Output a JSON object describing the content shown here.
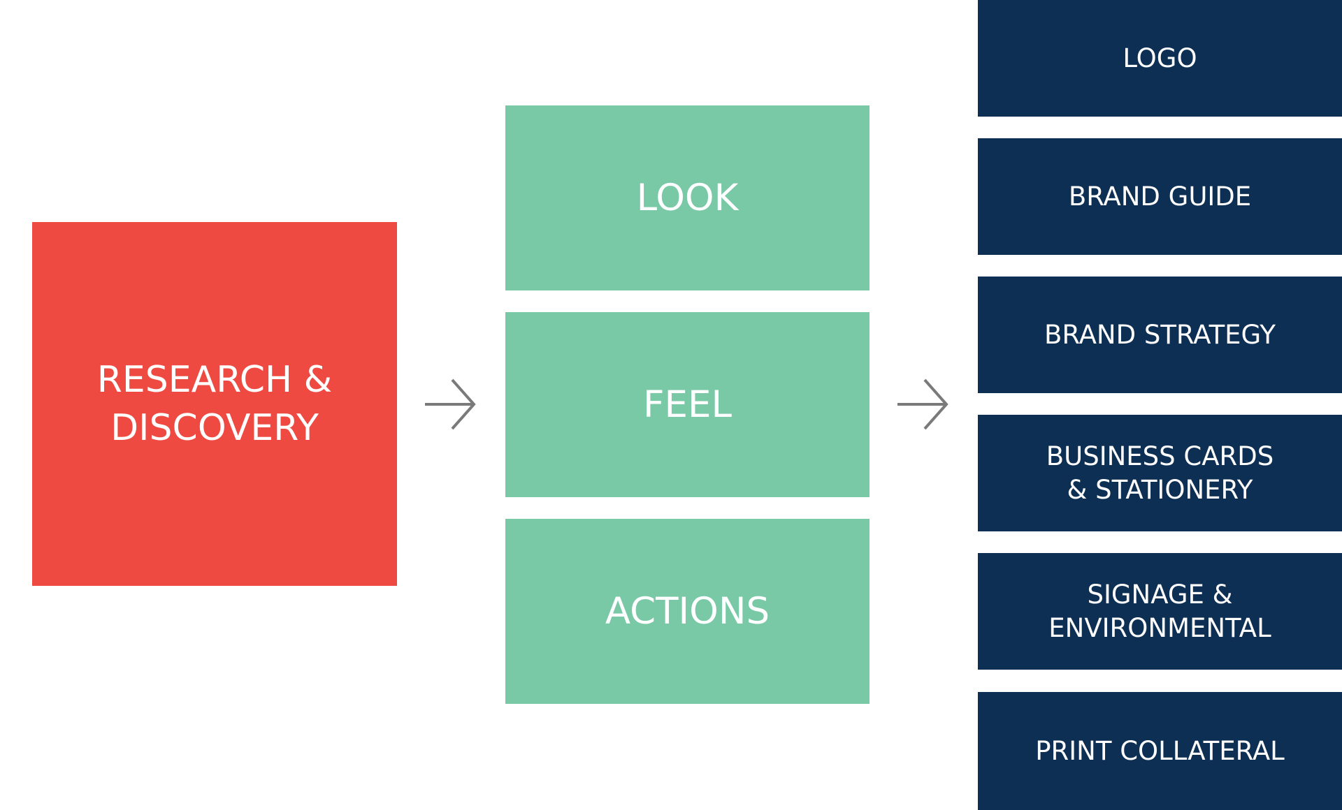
{
  "colors": {
    "background": "#ffffff",
    "research": "#ef4a42",
    "middle": "#79c8a6",
    "output": "#0d2f53",
    "arrow": "#7a7a7a",
    "text": "#ffffff"
  },
  "research": {
    "lines": [
      "RESEARCH &",
      "DISCOVERY"
    ]
  },
  "middle": [
    {
      "label": "LOOK"
    },
    {
      "label": "FEEL"
    },
    {
      "label": "ACTIONS"
    }
  ],
  "outputs": [
    {
      "lines": [
        "LOGO"
      ]
    },
    {
      "lines": [
        "BRAND GUIDE"
      ]
    },
    {
      "lines": [
        "BRAND STRATEGY"
      ]
    },
    {
      "lines": [
        "BUSINESS CARDS",
        "& STATIONERY"
      ]
    },
    {
      "lines": [
        "SIGNAGE &",
        "ENVIRONMENTAL"
      ]
    },
    {
      "lines": [
        "PRINT COLLATERAL"
      ]
    }
  ],
  "arrows": [
    "arrow-right-icon",
    "arrow-right-icon"
  ]
}
